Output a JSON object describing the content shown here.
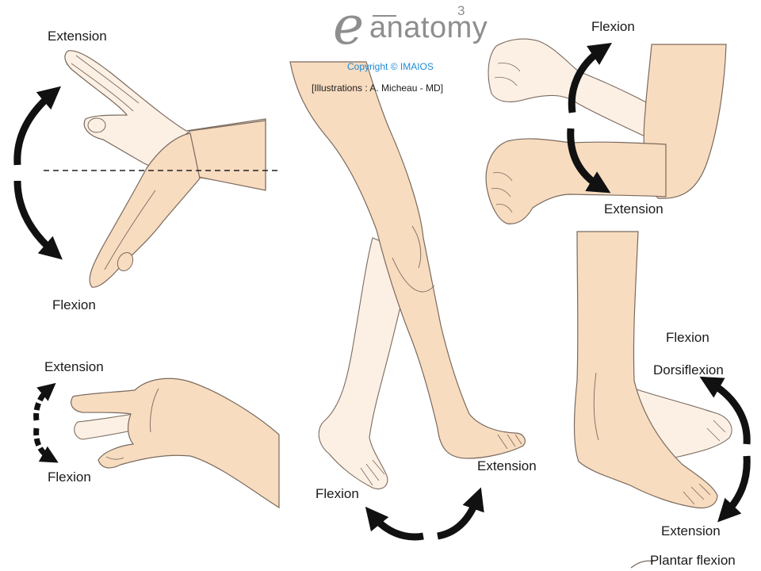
{
  "logo": {
    "letter": "e",
    "word": "anatomy",
    "superscript": "3"
  },
  "copyright": "Copyright © IMAIOS",
  "credit": "[Illustrations : A. Micheau - MD]",
  "labels": {
    "wrist_extension": "Extension",
    "wrist_flexion": "Flexion",
    "finger_extension": "Extension",
    "finger_flexion": "Flexion",
    "knee_flexion": "Flexion",
    "knee_extension": "Extension",
    "elbow_flexion": "Flexion",
    "elbow_extension": "Extension",
    "ankle_flexion": "Flexion",
    "ankle_dorsiflexion": "Dorsiflexion",
    "ankle_extension": "Extension",
    "ankle_plantar_flexion": "Plantar flexion"
  },
  "colors": {
    "skin": "#f8dcc0",
    "skin_light": "#fcf0e4",
    "outline": "#7a6a5e",
    "arrow": "#111111",
    "copyright": "#1e8ad6",
    "logo": "#8e8e8e"
  }
}
